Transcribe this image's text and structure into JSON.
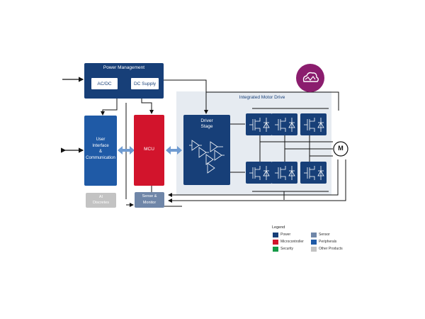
{
  "diagram": {
    "power_management": {
      "title": "Power Management",
      "acdc": "AC/DC",
      "dcsupply": "DC Supply"
    },
    "user_interface": {
      "label": "User\nInterface\n&\nCommunication"
    },
    "mcu": {
      "label": "MCU"
    },
    "ai_discretes": {
      "label": "AI\nDiscretes"
    },
    "sense_monitor": {
      "label": "Sense &\nMonitor"
    },
    "integrated_motor_drive": {
      "title": "Integrated Motor Drive"
    },
    "driver_stage": {
      "label": "Driver\nStage"
    },
    "motor": {
      "label": "M"
    }
  },
  "legend": {
    "title": "Legend",
    "items": [
      {
        "label": "Power",
        "color": "#173f78"
      },
      {
        "label": "Sensor",
        "color": "#6f86a8"
      },
      {
        "label": "Microcontroller",
        "color": "#d2142c"
      },
      {
        "label": "Peripherals",
        "color": "#1f5aa6"
      },
      {
        "label": "Security",
        "color": "#169a47"
      },
      {
        "label": "Other Products",
        "color": "#c3c3c3"
      }
    ]
  },
  "colors": {
    "power": "#173f78",
    "peripherals": "#1f5aa6",
    "microcontroller": "#d2142c",
    "sensor": "#6f86a8",
    "other": "#c3c3c3",
    "panel": "#e6ebf1",
    "brand": "#8b1d6e",
    "bidirectional_arrow": "#6f9bd1"
  },
  "brand_badge": {
    "icon": "cloud-wave-icon"
  }
}
